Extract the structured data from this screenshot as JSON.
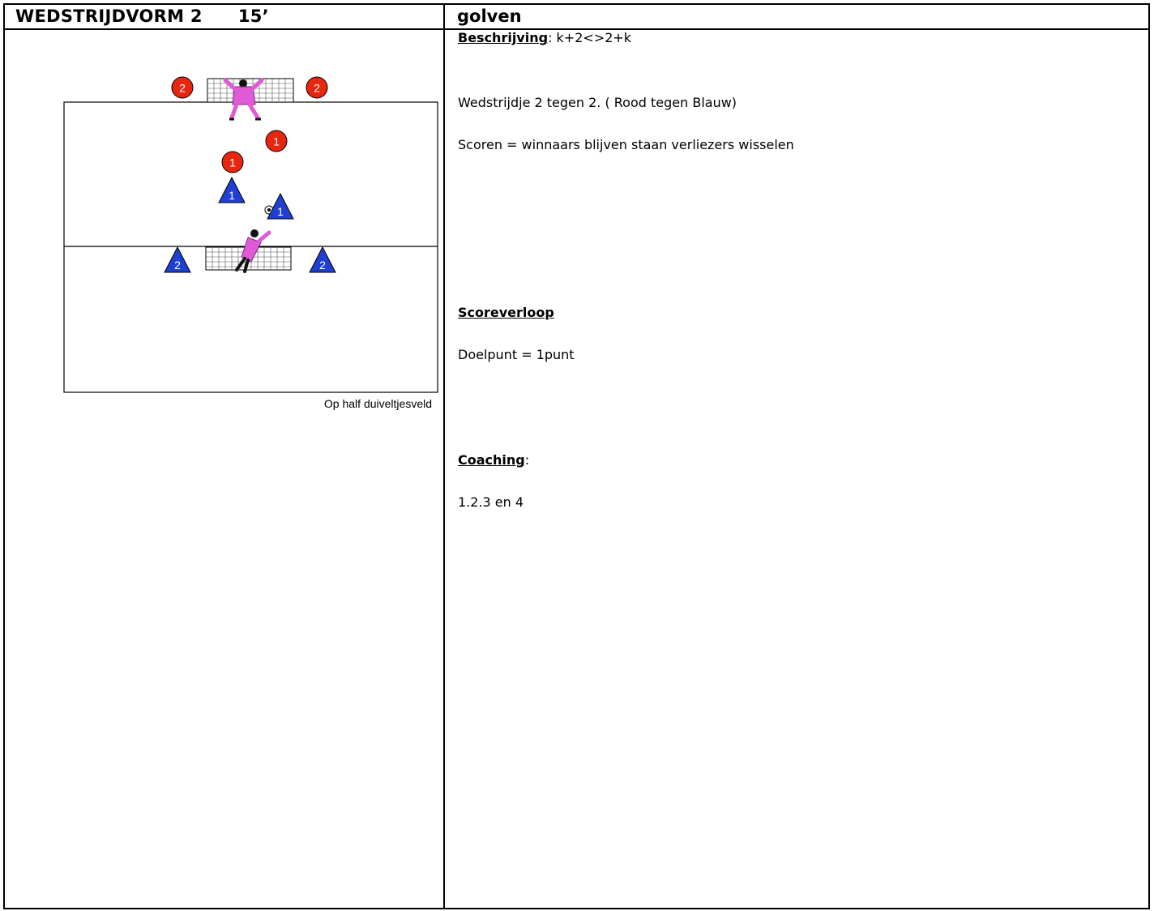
{
  "header": {
    "left_title": "WEDSTRIJDVORM 2",
    "duration": "15’",
    "right_title": "golven"
  },
  "diagram": {
    "caption": "Op half duiveltjesveld",
    "red_players": [
      "2",
      "2",
      "1",
      "1"
    ],
    "blue_players": [
      "1",
      "1",
      "2",
      "2"
    ],
    "colors": {
      "red": "#e8260f",
      "blue": "#1f3fd1",
      "keeper": "#e05ad8"
    }
  },
  "content": {
    "description_label": "Beschrijving",
    "description_value": ": k+2<>2+k",
    "line1": "Wedstrijdje 2 tegen 2. ( Rood tegen Blauw)",
    "line2": "Scoren = winnaars blijven staan verliezers wisselen",
    "score_heading": "Scoreverloop",
    "score_line": "Doelpunt = 1punt",
    "coaching_label": "Coaching",
    "coaching_colon": ":",
    "coaching_line": "1.2.3 en 4"
  }
}
